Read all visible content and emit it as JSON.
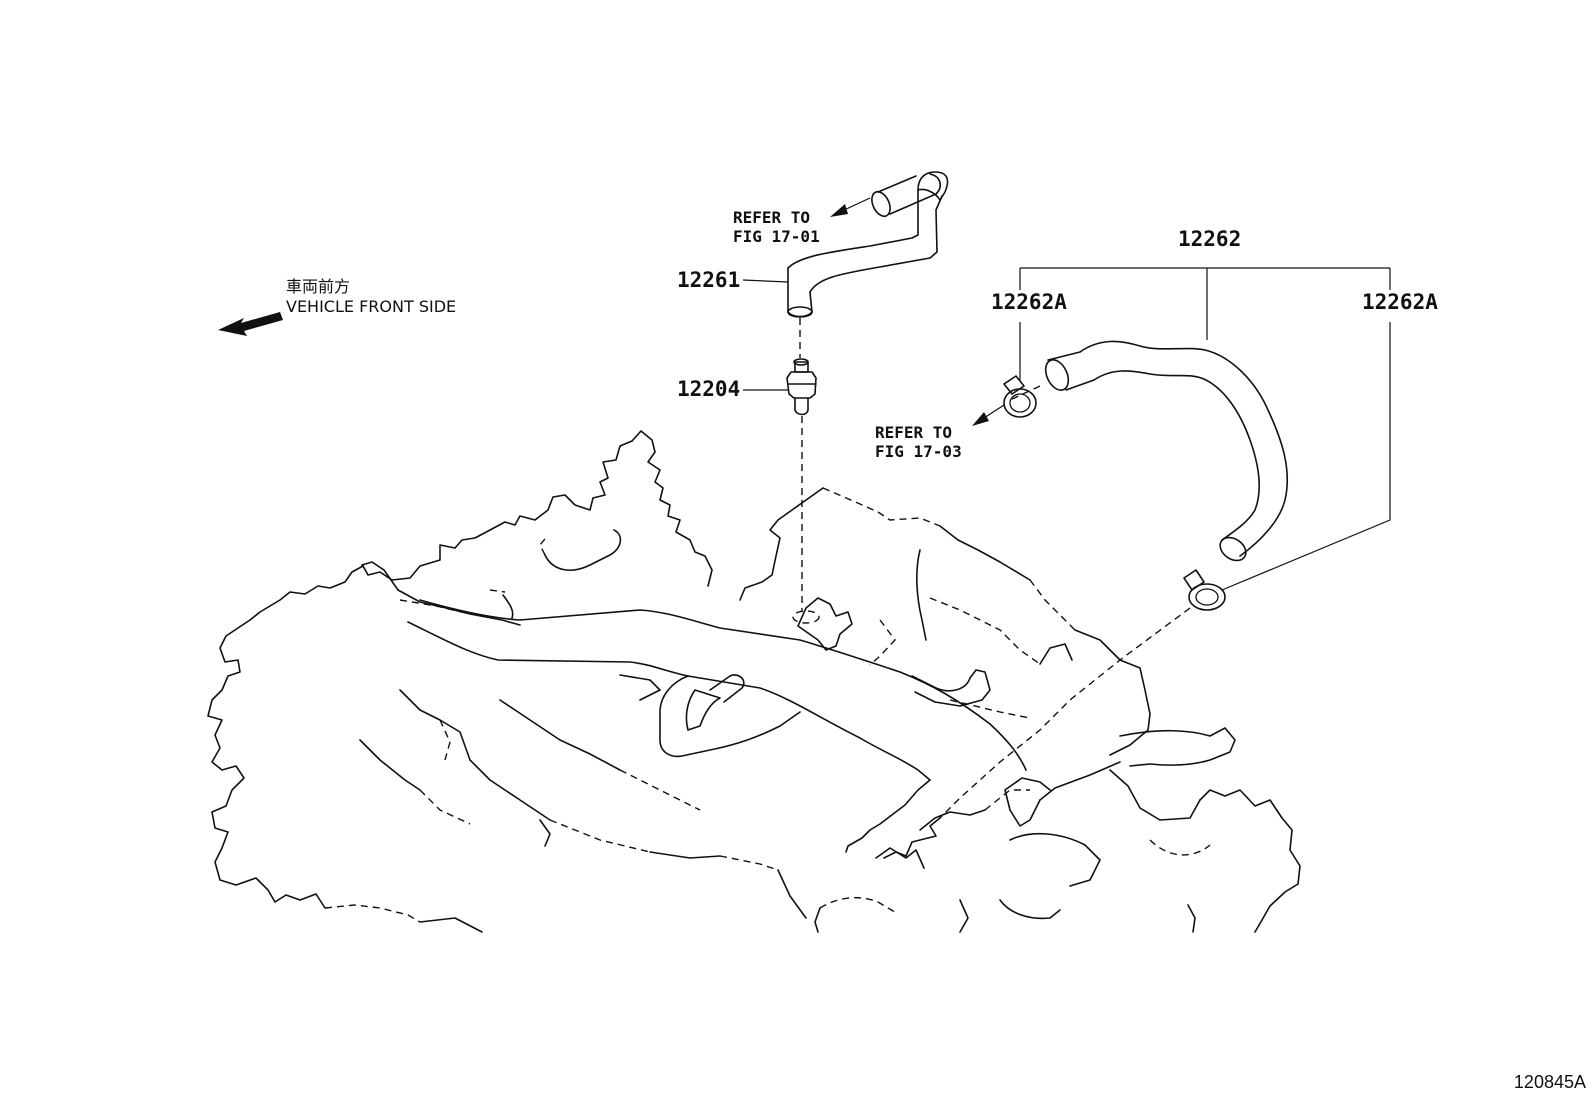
{
  "direction": {
    "label_jp": "車両前方",
    "label_en": "VEHICLE FRONT SIDE",
    "icon": "arrow-left-icon"
  },
  "references": [
    {
      "line1": "REFER TO",
      "line2": "FIG 17-01"
    },
    {
      "line1": "REFER TO",
      "line2": "FIG 17-03"
    }
  ],
  "parts": {
    "hose_upper": "12261",
    "pcv_valve": "12204",
    "hose_assembly": "12262",
    "clamp_left": "12262A",
    "clamp_right": "12262A"
  },
  "figure_id": "120845A"
}
